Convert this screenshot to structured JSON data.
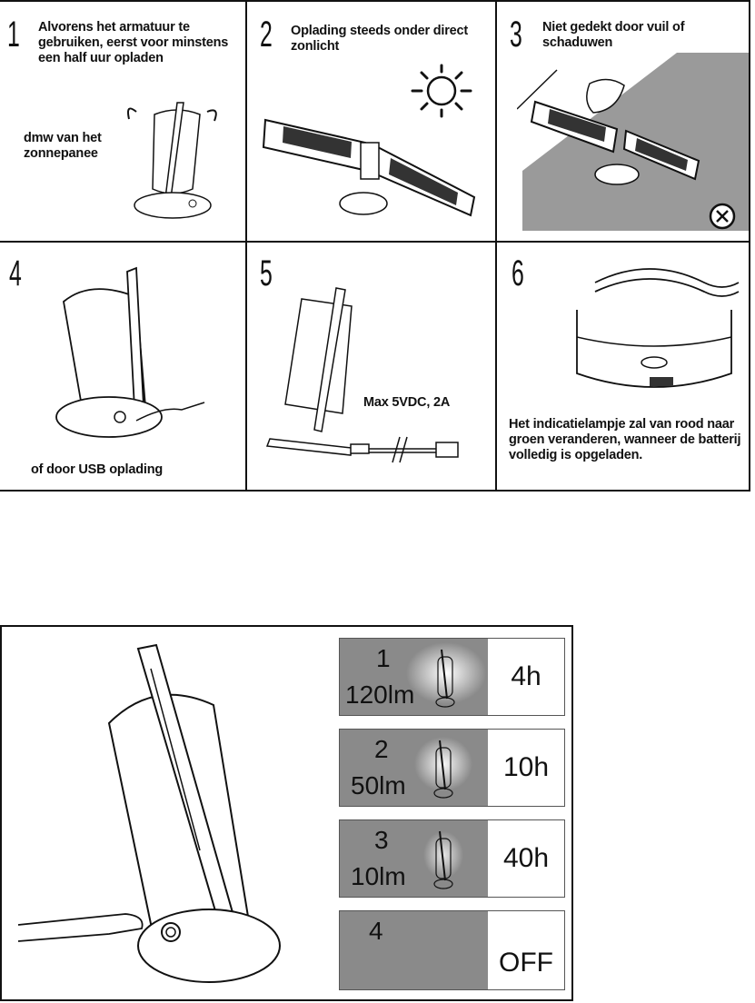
{
  "steps": [
    {
      "number": "1",
      "text": "Alvorens het armatuur te gebruiken, eerst voor minstens een half uur opladen",
      "subtext": "dmw van het zonnepanee"
    },
    {
      "number": "2",
      "text": "Oplading steeds onder direct zonlicht"
    },
    {
      "number": "3",
      "text": "Niet gedekt door vuil of schaduwen"
    },
    {
      "number": "4",
      "text": "of door USB oplading"
    },
    {
      "number": "5",
      "text": "Max  5VDC, 2A"
    },
    {
      "number": "6",
      "text": "Het indicatielampje zal van rood naar groen veranderen, wanneer de batterij volledig is opgeladen."
    }
  ],
  "modes": [
    {
      "number": "1",
      "lumen": "120lm",
      "runtime": "4h",
      "glow": 1.0
    },
    {
      "number": "2",
      "lumen": "50lm",
      "runtime": "10h",
      "glow": 0.6
    },
    {
      "number": "3",
      "lumen": "10lm",
      "runtime": "40h",
      "glow": 0.3
    },
    {
      "number": "4",
      "lumen": "",
      "runtime": "OFF",
      "glow": 0
    }
  ],
  "colors": {
    "mode_bg": "#8a8a8a",
    "shadow": "#9a9a9a",
    "line": "#111111"
  },
  "icons": [
    "lamp-icon",
    "sun-icon",
    "solar-panel-icon",
    "leaf-icon",
    "no-icon",
    "hand-icon",
    "usb-cable-icon",
    "indicator-icon"
  ]
}
